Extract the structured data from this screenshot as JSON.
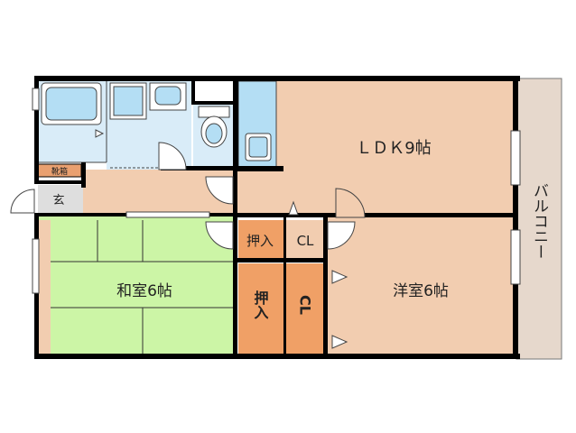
{
  "floorplan": {
    "rooms": {
      "ldk": "ＬＤＫ9帖",
      "washitsu": "和室6帖",
      "yoshitsu": "洋室6帖",
      "oshiire_top": "押入",
      "cl_top": "CL",
      "oshiire_side": "押入",
      "cl_side": "CL",
      "genkan": "玄",
      "shoebox": "靴箱",
      "balcony": "バルコニー"
    },
    "colors": {
      "ldk_floor": "#f2cdb0",
      "washitsu_floor": "#ccf5a6",
      "storage_floor": "#f0a066",
      "balcony_floor": "#e6d8cc",
      "wet_area": "#d9ecf8",
      "fixture": "#b4def4",
      "wall": "#000000"
    },
    "icons": [
      "bathtub-icon",
      "washbasin-icon",
      "toilet-icon",
      "kitchen-sink-icon",
      "washing-machine-icon",
      "door-swing-icon",
      "window-icon"
    ]
  }
}
